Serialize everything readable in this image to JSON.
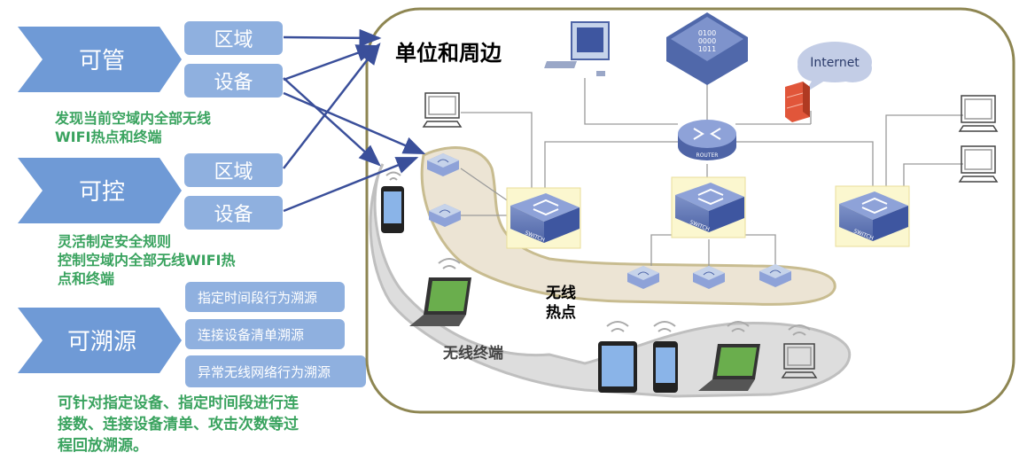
{
  "sections": [
    {
      "title": "可管",
      "buttons": [
        "区域",
        "设备"
      ],
      "desc": [
        "发现当前空域内全部无线",
        "WIFI热点和终端"
      ]
    },
    {
      "title": "可控",
      "buttons": [
        "区域",
        "设备"
      ],
      "desc": [
        "灵活制定安全规则",
        "控制空域内全部无线WIFI热",
        "点和终端"
      ]
    },
    {
      "title": "可溯源",
      "buttons": [
        "指定时间段行为溯源",
        "连接设备清单溯源",
        "异常无线网络行为溯源"
      ],
      "desc": [
        "可针对指定设备、指定时间段进行连",
        "接数、连接设备清单、攻击次数等过",
        "程回放溯源。"
      ]
    }
  ],
  "network": {
    "title": "单位和周边",
    "hotspot_label": [
      "无线",
      "热点"
    ],
    "terminal_label": "无线终端",
    "internet_label": "Internet",
    "router_label": "ROUTER",
    "switch_label": "SWITCH",
    "server_code": [
      "0100",
      "0000",
      "1011"
    ]
  },
  "colors": {
    "accent": "#6f9ad6",
    "pill": "#8fb0df",
    "green": "#3aa35f",
    "arrow": "#3a4f9a",
    "frame": "#8e8652"
  }
}
